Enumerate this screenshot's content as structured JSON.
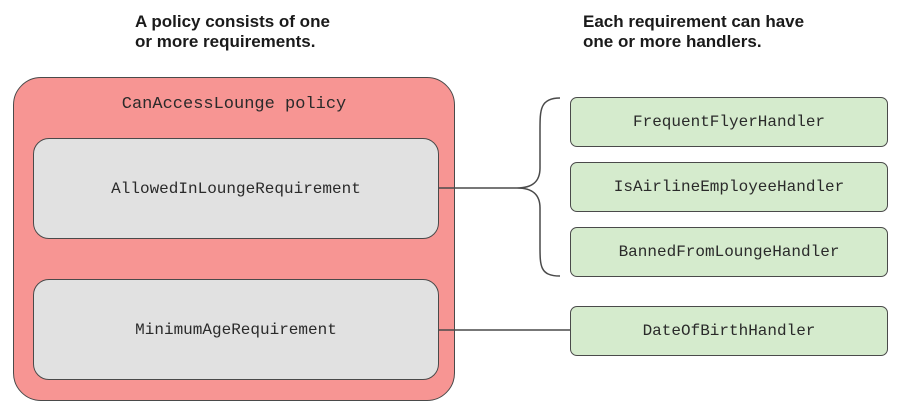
{
  "captions": {
    "left": [
      "A policy consists of one",
      "or more requirements."
    ],
    "right": [
      "Each requirement can have",
      "one or more handlers."
    ]
  },
  "policy": {
    "title": "CanAccessLounge policy",
    "fill": "#f79593"
  },
  "requirements": [
    {
      "name": "AllowedInLoungeRequirement"
    },
    {
      "name": "MinimumAgeRequirement"
    }
  ],
  "handlers": [
    {
      "name": "FrequentFlyerHandler",
      "requirement": "AllowedInLoungeRequirement"
    },
    {
      "name": "IsAirlineEmployeeHandler",
      "requirement": "AllowedInLoungeRequirement"
    },
    {
      "name": "BannedFromLoungeHandler",
      "requirement": "AllowedInLoungeRequirement"
    },
    {
      "name": "DateOfBirthHandler",
      "requirement": "MinimumAgeRequirement"
    }
  ],
  "colors": {
    "requirement_fill": "#e1e1e1",
    "handler_fill": "#d5ebcd",
    "stroke": "#4a4a4a"
  }
}
